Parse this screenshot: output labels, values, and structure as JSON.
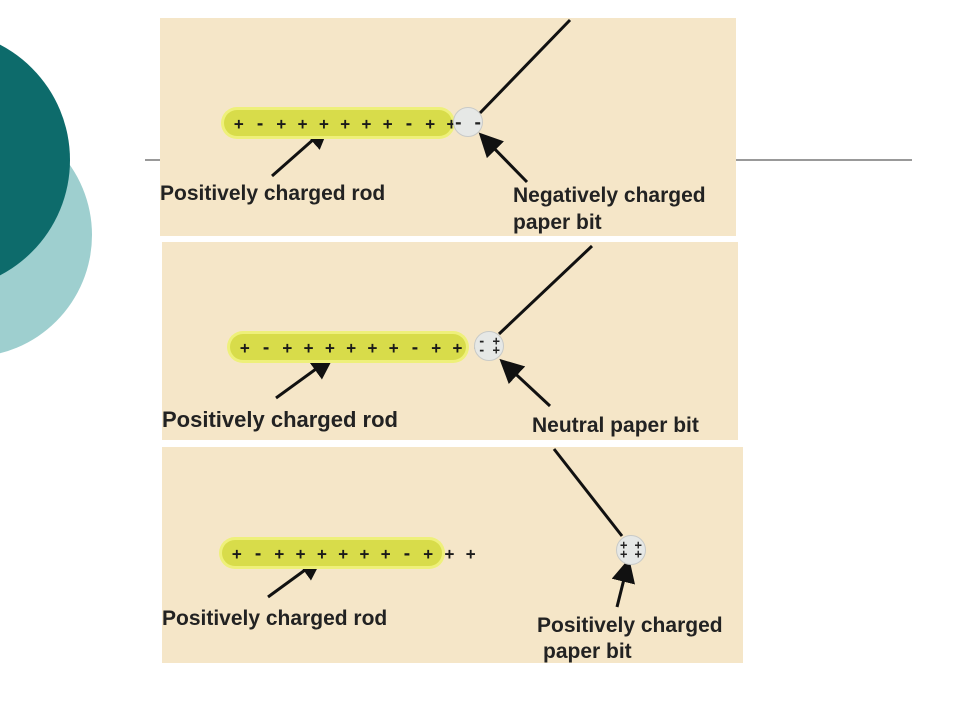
{
  "panels": [
    {
      "rod_charges": "+ - + + + + + + - + + +",
      "bit_charges": "- -",
      "rod_label": "Positively charged rod",
      "bit_label_line1": "Negatively charged",
      "bit_label_line2": "paper bit"
    },
    {
      "rod_charges": "+ - + + + + + + - + + +",
      "bit_charges": "- +\n- +",
      "rod_label": "Positively charged rod",
      "bit_label_line1": "Neutral paper bit"
    },
    {
      "rod_charges": "+ - + + + + + + - + + +",
      "bit_charges": "+ +\n+ +",
      "rod_label": "Positively charged rod",
      "bit_label_line1": "Positively charged",
      "bit_label_line2": "paper bit"
    }
  ],
  "colors": {
    "panel_bg": "#f5e6c8",
    "rod_fill": "#d8dc4a",
    "teal_dark": "#0d6b6b",
    "teal_light": "#9ecfcf"
  }
}
